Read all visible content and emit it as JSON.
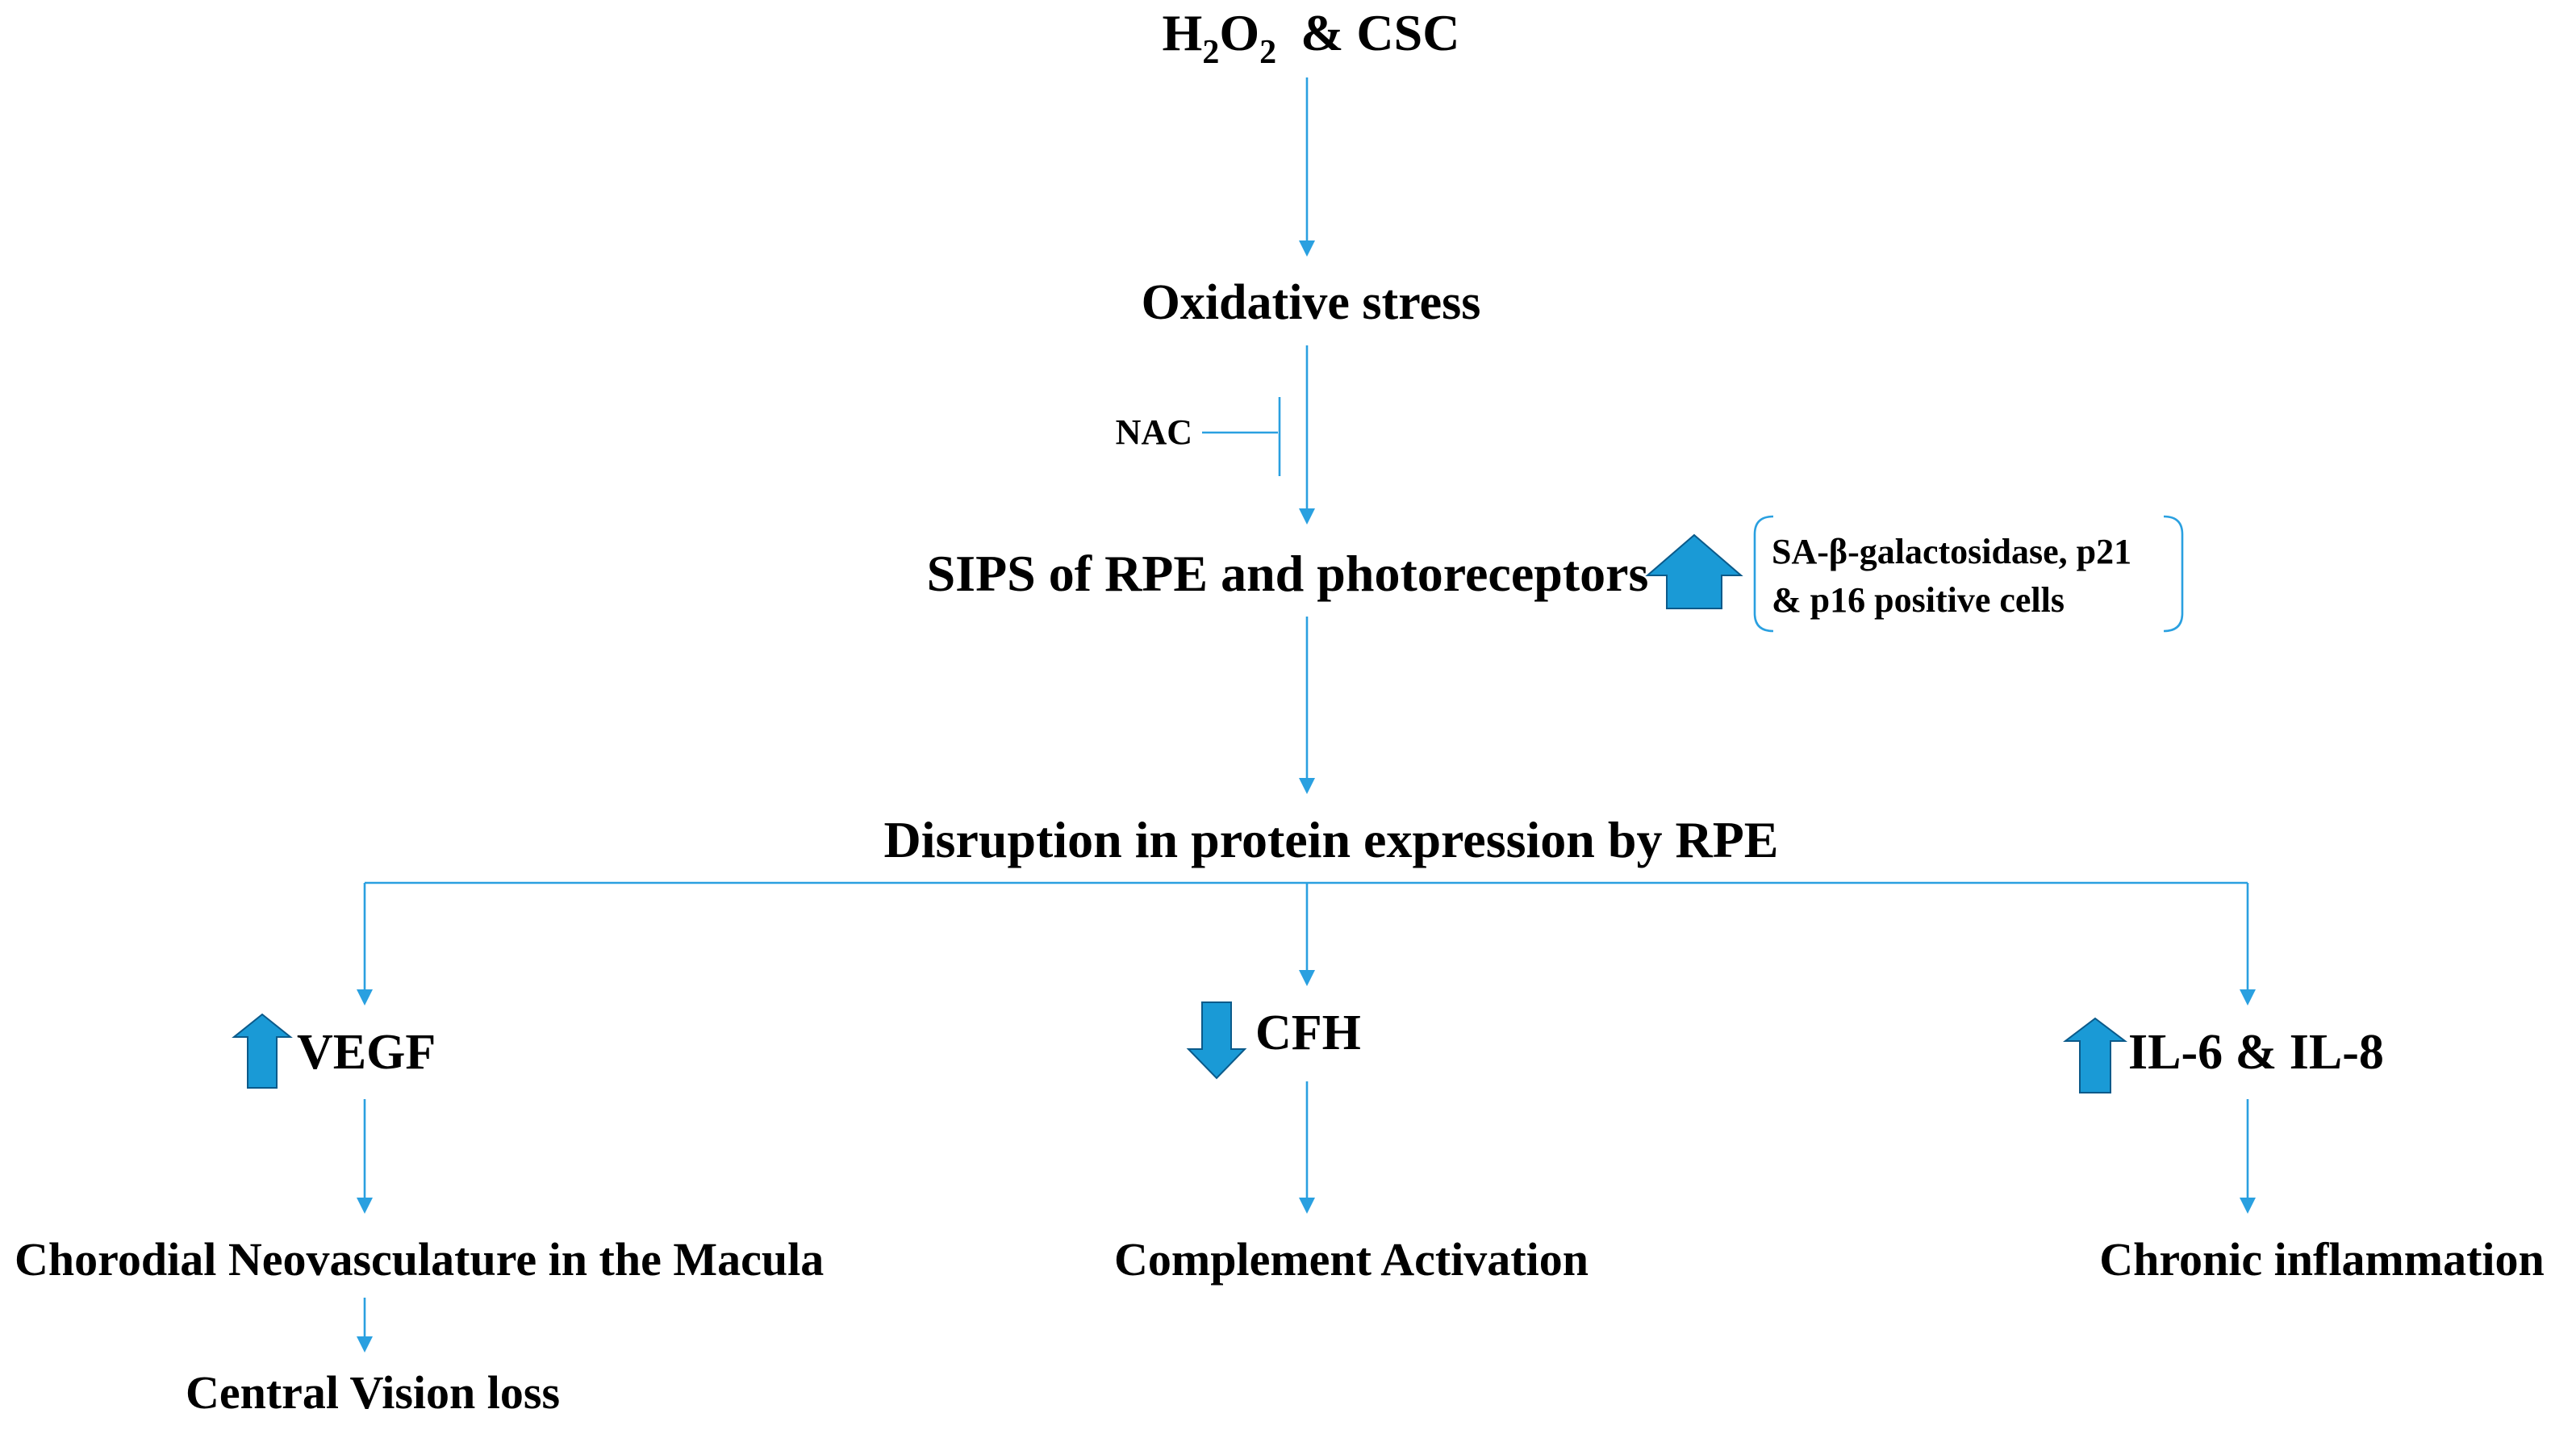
{
  "nodes": {
    "source": {
      "h": "H",
      "h_sub": "2",
      "o": "O",
      "o_sub": "2",
      "rest": "& CSC"
    },
    "oxidative_stress": "Oxidative stress",
    "inhibitor": "NAC",
    "sips": "SIPS of RPE and photoreceptors",
    "markers_line1": "SA-β-galactosidase, p21",
    "markers_line2": "& p16 positive cells",
    "disruption": "Disruption in protein expression by RPE",
    "vegf": "VEGF",
    "cfh": "CFH",
    "il": "IL-6 & IL-8",
    "cnv": "Chorodial Neovasculature in the Macula",
    "vision_loss": "Central Vision loss",
    "complement": "Complement Activation",
    "inflammation": "Chronic inflammation"
  },
  "indicators": {
    "sips": "up",
    "vegf": "up",
    "cfh": "down",
    "il": "up"
  },
  "colors": {
    "edge": "#2aa0e0",
    "fat_arrow_fill": "#1a9ad6",
    "fat_arrow_stroke": "#0b5a8a",
    "text": "#000000"
  }
}
